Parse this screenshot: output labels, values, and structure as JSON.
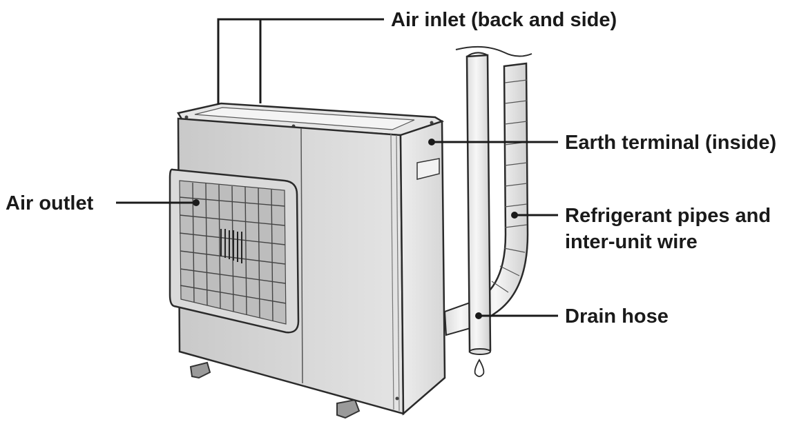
{
  "labels": {
    "air_inlet": "Air inlet (back and side)",
    "air_outlet": "Air outlet",
    "earth_terminal": "Earth terminal (inside)",
    "refrigerant_line1": "Refrigerant pipes and",
    "refrigerant_line2": "inter-unit wire",
    "drain_hose": "Drain hose"
  }
}
